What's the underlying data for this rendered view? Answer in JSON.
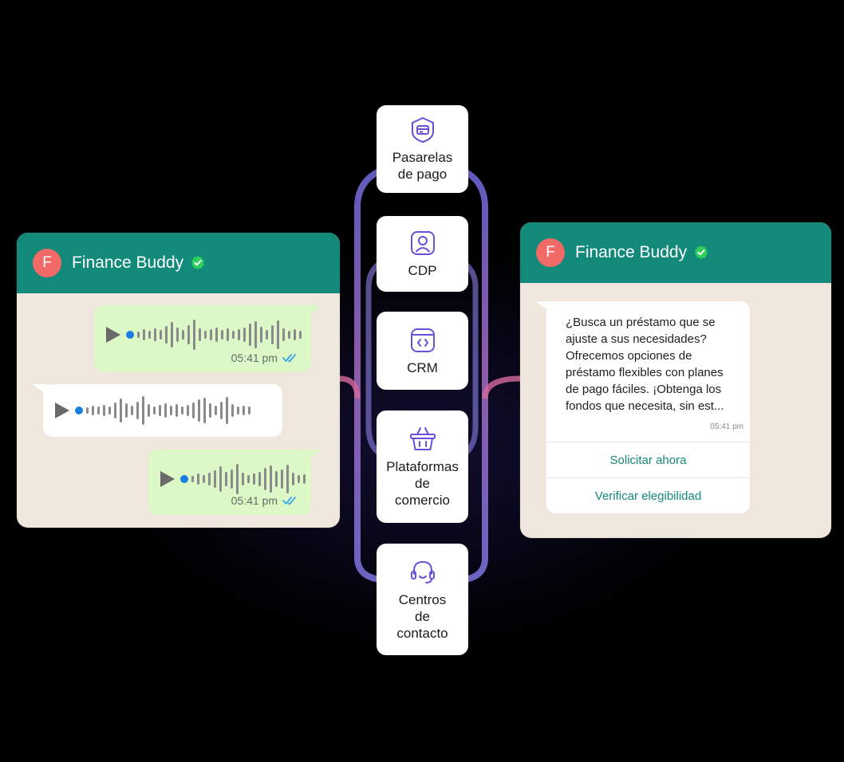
{
  "left_chat": {
    "contact_name": "Finance Buddy",
    "avatar_letter": "F",
    "messages": [
      {
        "type": "voice",
        "direction": "outgoing",
        "time": "05:41 pm",
        "status": "read"
      },
      {
        "type": "voice",
        "direction": "incoming"
      },
      {
        "type": "voice",
        "direction": "outgoing",
        "time": "05:41 pm",
        "status": "read"
      }
    ]
  },
  "integrations": [
    {
      "label": "Pasarelas\nde pago",
      "icon": "payment-card-icon"
    },
    {
      "label": "CDP",
      "icon": "user-profile-icon"
    },
    {
      "label": "CRM",
      "icon": "code-window-icon"
    },
    {
      "label": "Plataformas\nde\ncomercio",
      "icon": "shopping-basket-icon"
    },
    {
      "label": "Centros\nde\ncontacto",
      "icon": "headset-icon"
    }
  ],
  "right_chat": {
    "contact_name": "Finance Buddy",
    "avatar_letter": "F",
    "message": {
      "text": "¿Busca un préstamo que se ajuste a sus necesidades? Ofrecemos opciones de préstamo flexibles con planes de pago fáciles. ¡Obtenga los fondos que necesita, sin est...",
      "time": "05:41 pm",
      "actions": [
        "Solicitar ahora",
        "Verificar elegibilidad"
      ]
    }
  },
  "colors": {
    "header": "#13897a",
    "avatar": "#f26a68",
    "outgoing_bubble": "#dcf8c7",
    "chat_bg": "#efe7de",
    "connector_purple": "#7b74e0",
    "connector_pink": "#d66a9a",
    "icon_purple": "#6a4fd8"
  }
}
